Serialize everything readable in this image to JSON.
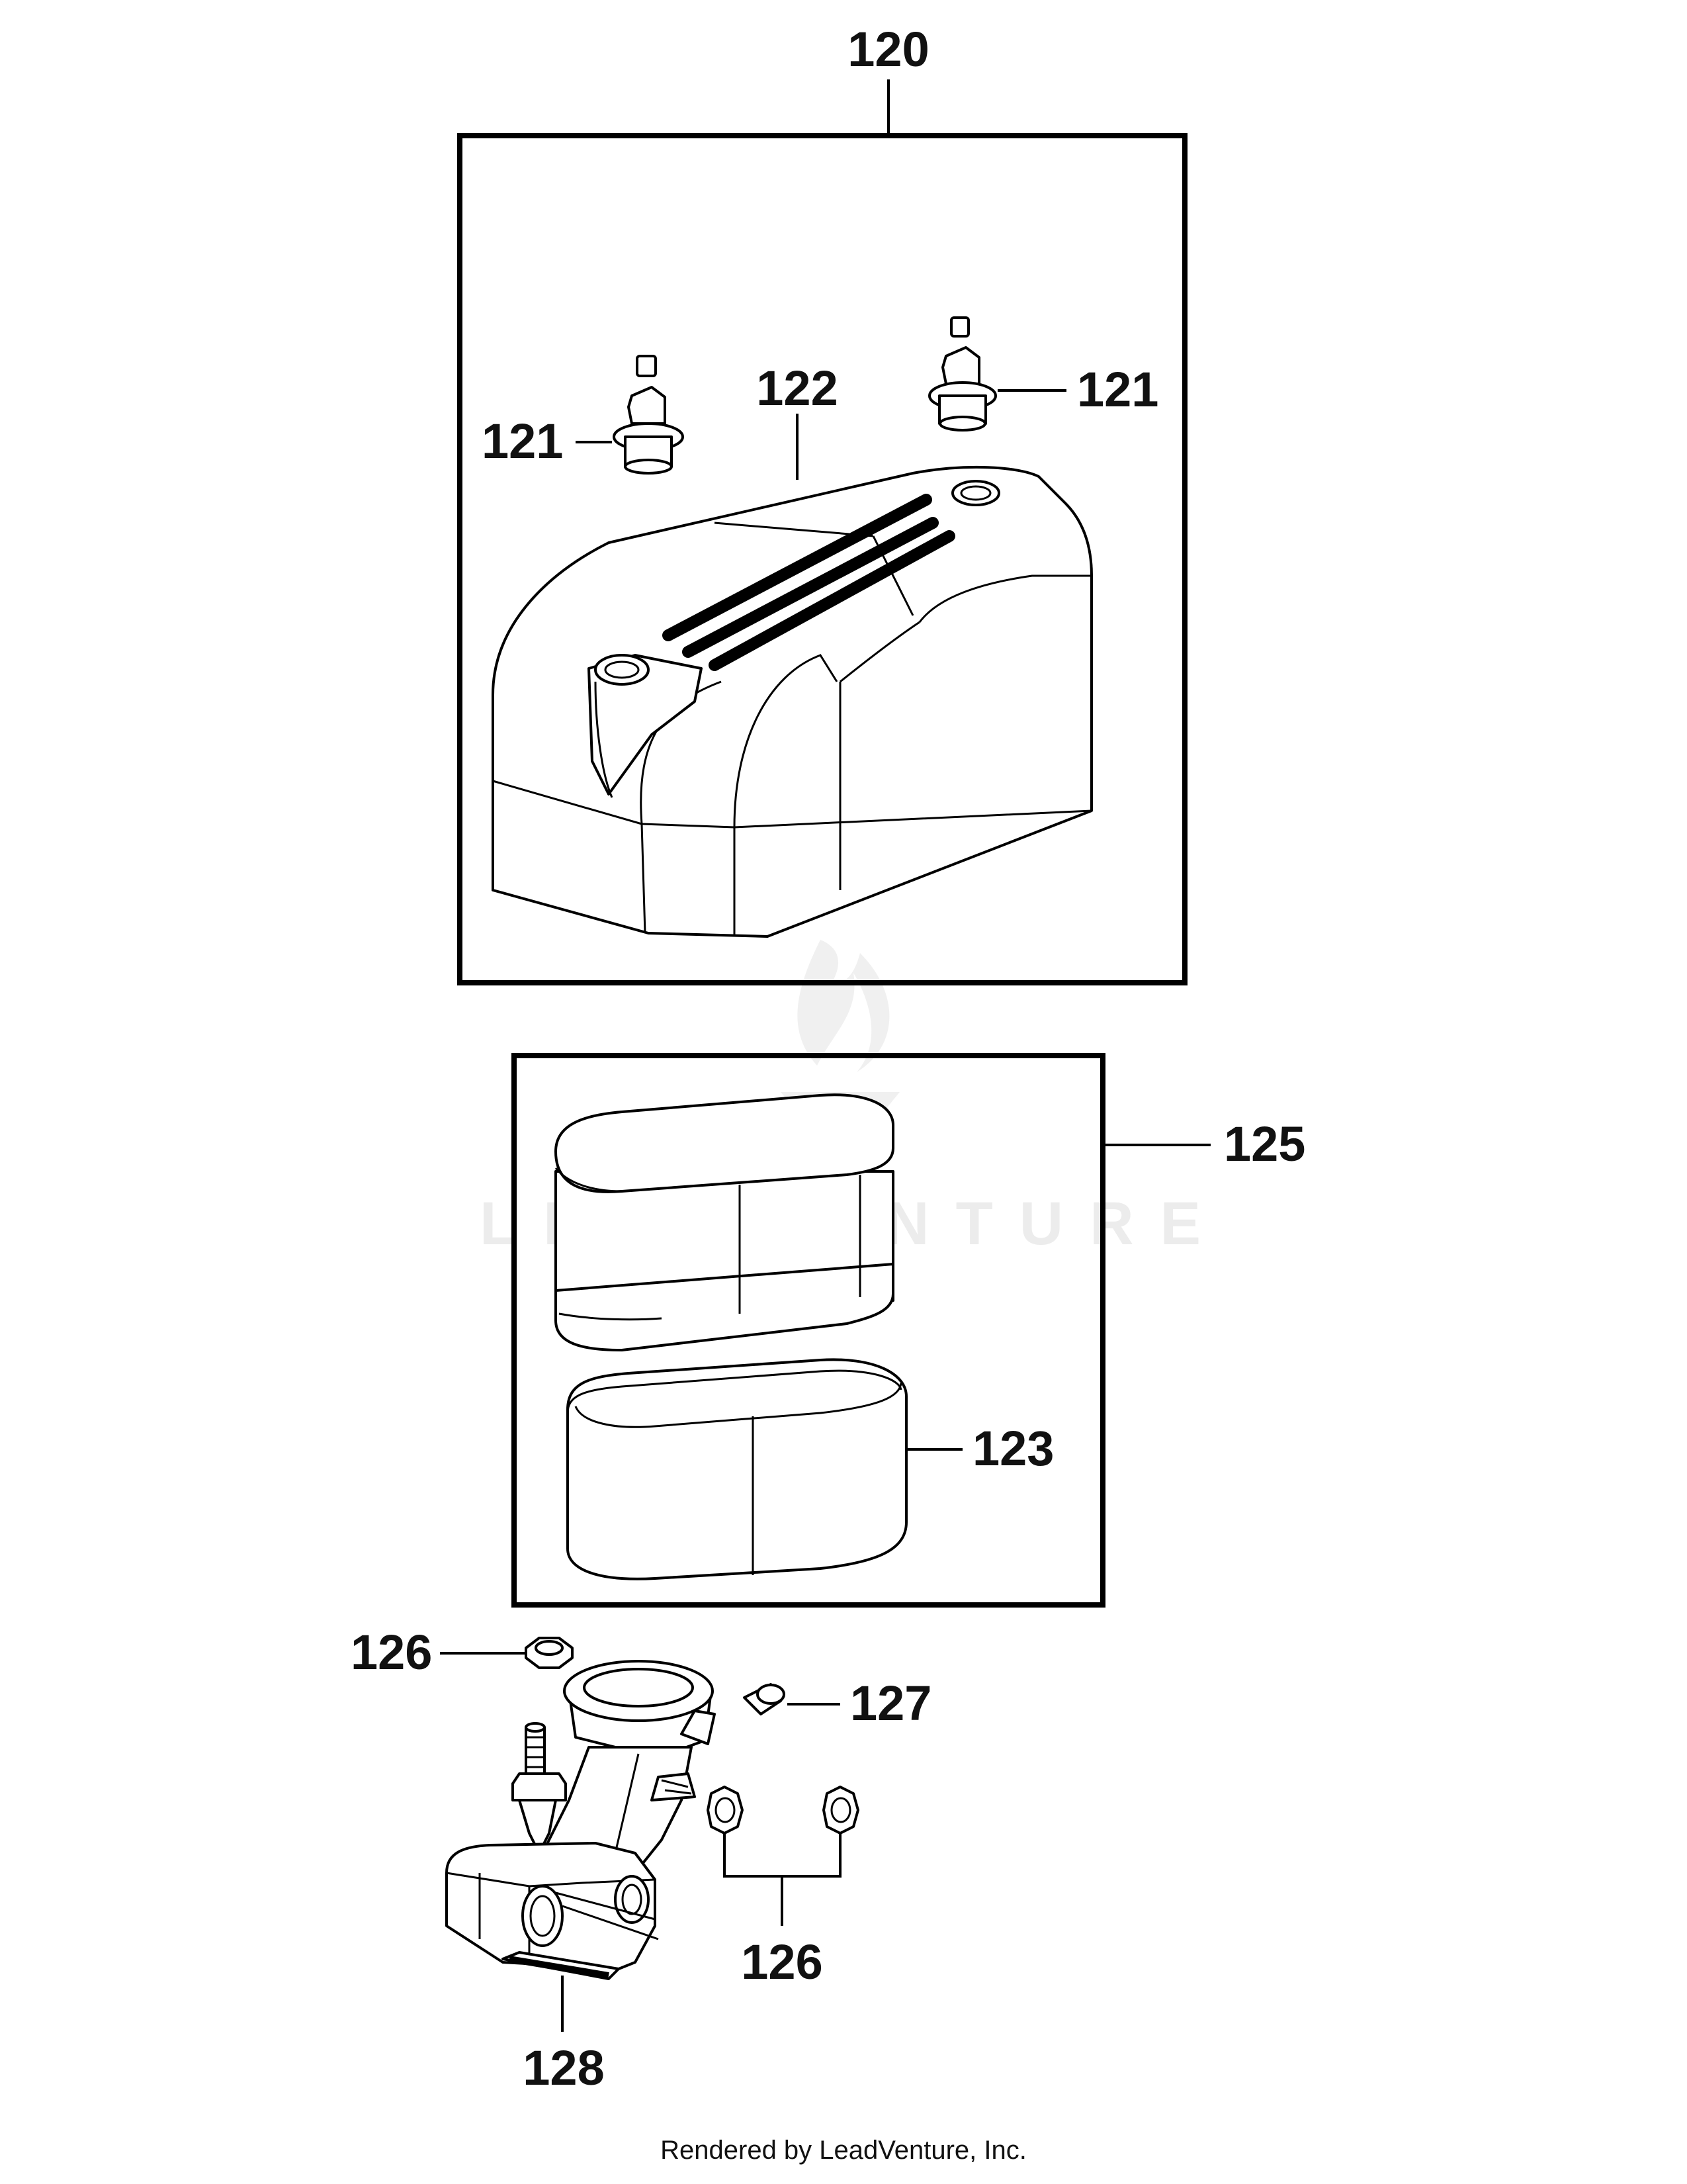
{
  "callouts": {
    "c120": "120",
    "c121_left": "121",
    "c121_right": "121",
    "c122": "122",
    "c125": "125",
    "c123": "123",
    "c126_top": "126",
    "c127": "127",
    "c126_bottom": "126",
    "c128": "128"
  },
  "watermark": "LEADVENTURE",
  "footer": "Rendered by LeadVenture, Inc."
}
